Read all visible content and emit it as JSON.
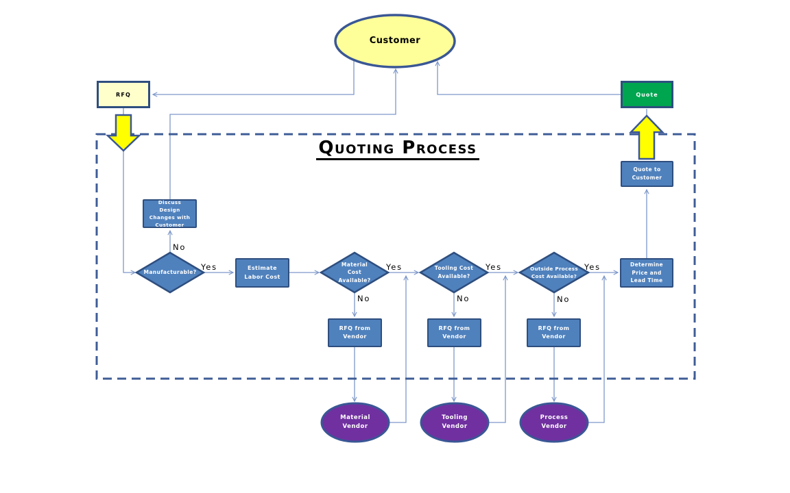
{
  "title": "Quoting Process",
  "nodes": {
    "customer": {
      "label": "Customer"
    },
    "rfq": {
      "label": "RFQ"
    },
    "quote": {
      "label": "Quote"
    },
    "quote_to_customer": {
      "label": "Quote to Customer"
    },
    "discuss_design": {
      "label": "Discuss Design Changes with Customer"
    },
    "manufacturable": {
      "label": "Manufacturable?"
    },
    "estimate_labor": {
      "label": "Estimate Labor Cost"
    },
    "material_cost": {
      "label": "Material Cost Available?"
    },
    "tooling_cost": {
      "label": "Tooling Cost Available?"
    },
    "outside_process": {
      "label": "Outside Process Cost Available?"
    },
    "determine_price": {
      "label": "Determine Price and Lead Time"
    },
    "rfq_from_vendor_1": {
      "label": "RFQ from Vendor"
    },
    "rfq_from_vendor_2": {
      "label": "RFQ from Vendor"
    },
    "rfq_from_vendor_3": {
      "label": "RFQ from Vendor"
    },
    "material_vendor": {
      "label": "Material Vendor"
    },
    "tooling_vendor": {
      "label": "Tooling Vendor"
    },
    "process_vendor": {
      "label": "Process Vendor"
    }
  },
  "edge_labels": {
    "manufacturable_no": "No",
    "manufacturable_yes": "Yes",
    "material_yes": "Yes",
    "material_no": "No",
    "tooling_yes": "Yes",
    "tooling_no": "No",
    "outside_yes": "Yes",
    "outside_no": "No"
  },
  "colors": {
    "process_blue": "#4f81bd",
    "process_border": "#2e4e7e",
    "connector_blue": "#7d97c9",
    "boundary_dash": "#3e5c96",
    "block_arrow_yellow": "#ffff00",
    "quote_green": "#00a550",
    "vendor_purple": "#7030a0",
    "rfq_cream": "#ffffcc",
    "customer_yellow": "#ffff99"
  }
}
